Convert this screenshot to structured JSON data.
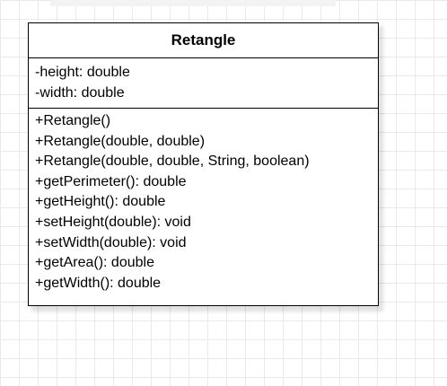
{
  "class_name": "Retangle",
  "attributes": [
    "-height: double",
    "-width: double"
  ],
  "operations": [
    "+Retangle()",
    "+Retangle(double, double)",
    "+Retangle(double, double, String, boolean)",
    "+getPerimeter(): double",
    "+getHeight(): double",
    "+setHeight(double): void",
    "+setWidth(double): void",
    "+getArea(): double",
    "+getWidth(): double"
  ]
}
